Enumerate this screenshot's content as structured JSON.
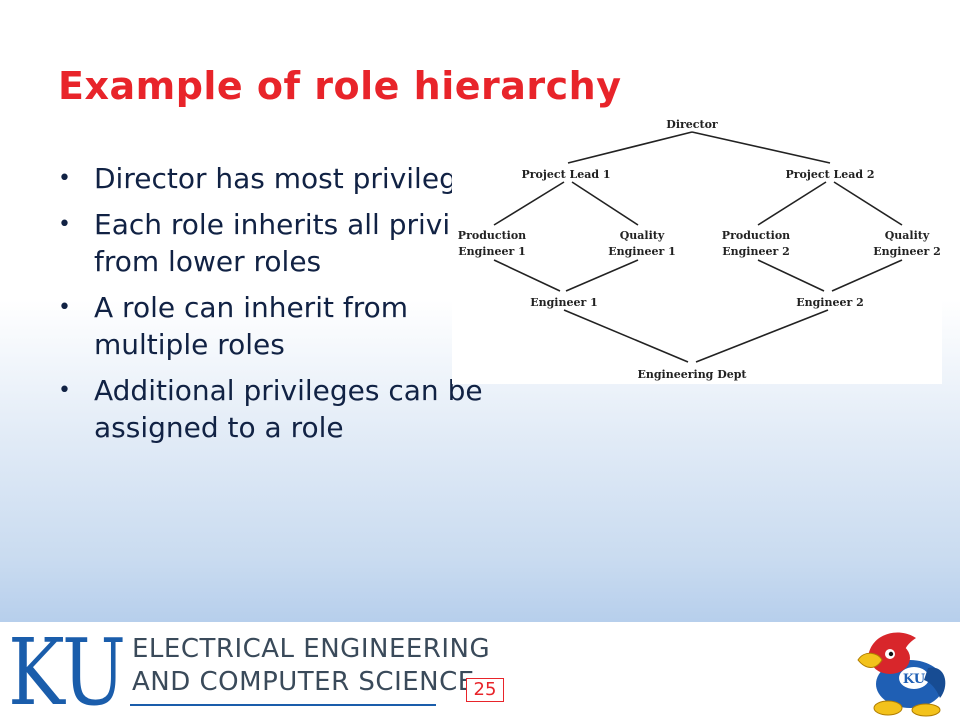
{
  "slide": {
    "title": "Example of role hierarchy",
    "bullets": [
      "Director has most privileges",
      "Each role inherits all privileges from lower roles",
      "A role can inherit from multiple roles",
      "Additional privileges can be assigned to a role"
    ],
    "bullet_symbol": "•"
  },
  "diagram": {
    "director": "Director",
    "project_lead_1": "Project Lead 1",
    "project_lead_2": "Project Lead 2",
    "production_engineer_1": [
      "Production",
      "Engineer 1"
    ],
    "quality_engineer_1": [
      "Quality",
      "Engineer 1"
    ],
    "production_engineer_2": [
      "Production",
      "Engineer 2"
    ],
    "quality_engineer_2": [
      "Quality",
      "Engineer 2"
    ],
    "engineer_1": "Engineer 1",
    "engineer_2": "Engineer 2",
    "engineering_dept": "Engineering Dept"
  },
  "footer": {
    "logo_text": "KU",
    "dept_line_1": "ELECTRICAL ENGINEERING",
    "dept_line_2": "AND COMPUTER SCIENCE",
    "page_number": "25",
    "mascot_icon": "jayhawk-mascot-icon"
  },
  "colors": {
    "title": "#e8242a",
    "text": "#112244",
    "ku_blue": "#1a5dab",
    "page_number": "#e8242a"
  }
}
